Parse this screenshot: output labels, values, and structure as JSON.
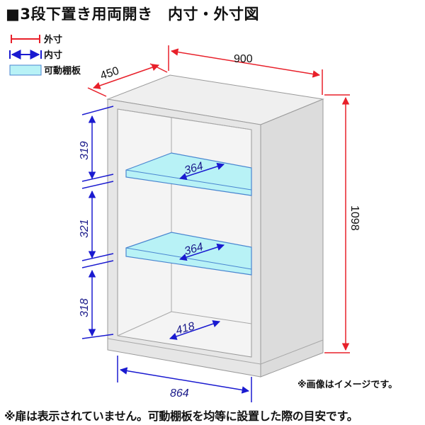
{
  "title": "■3段下置き用両開き　内寸・外寸図",
  "legend": {
    "outer": "外寸",
    "inner": "内寸",
    "shelf": "可動棚板"
  },
  "colors": {
    "outer": "#e8202a",
    "inner": "#1a1ad0",
    "shelf_fill": "#b8f2f6",
    "shelf_stroke": "#4a86d0",
    "cabinet": "#e6e6e6",
    "cabinet_edge": "#9a9a9a"
  },
  "dimensions": {
    "outer_width": "900",
    "outer_depth": "450",
    "outer_height": "1098",
    "inner_width": "864",
    "shelf_depth_upper": "364",
    "shelf_depth_middle": "364",
    "bottom_depth": "418",
    "gap_top": "319",
    "gap_middle": "321",
    "gap_bottom": "318"
  },
  "caption": "※画像はイメージです。",
  "footnote": "※扉は表示されていません。可動棚板を均等に設置した際の目安です。"
}
